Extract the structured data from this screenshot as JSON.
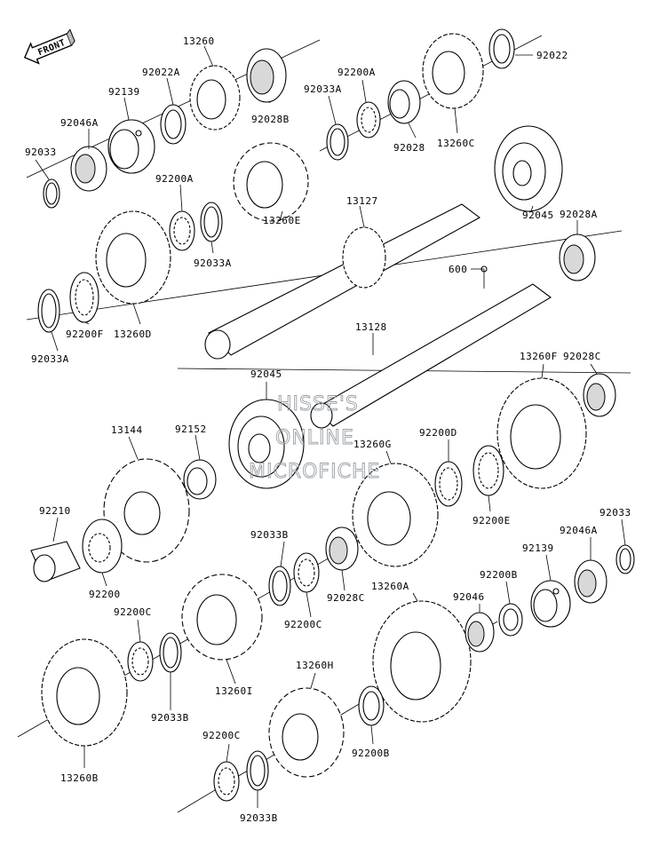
{
  "front_label": "FRONT",
  "watermark": [
    "HISSE'S",
    "ONLINE",
    "MICROFICHE"
  ],
  "labels": [
    {
      "id": "l1",
      "text": "13260"
    },
    {
      "id": "l2",
      "text": "92022A"
    },
    {
      "id": "l3",
      "text": "92139"
    },
    {
      "id": "l4",
      "text": "92046A"
    },
    {
      "id": "l5",
      "text": "92033"
    },
    {
      "id": "l6",
      "text": "92028B"
    },
    {
      "id": "l7",
      "text": "92033A"
    },
    {
      "id": "l8",
      "text": "92200A"
    },
    {
      "id": "l9",
      "text": "92028"
    },
    {
      "id": "l10",
      "text": "13260C"
    },
    {
      "id": "l11",
      "text": "92022"
    },
    {
      "id": "l12",
      "text": "92200A"
    },
    {
      "id": "l13",
      "text": "92033A"
    },
    {
      "id": "l14",
      "text": "13260E"
    },
    {
      "id": "l15",
      "text": "13127"
    },
    {
      "id": "l16",
      "text": "92045"
    },
    {
      "id": "l17",
      "text": "92028A"
    },
    {
      "id": "l18",
      "text": "600"
    },
    {
      "id": "l19",
      "text": "92200F"
    },
    {
      "id": "l20",
      "text": "13260D"
    },
    {
      "id": "l21",
      "text": "92033A"
    },
    {
      "id": "l22",
      "text": "13128"
    },
    {
      "id": "l23",
      "text": "13260F"
    },
    {
      "id": "l24",
      "text": "92028C"
    },
    {
      "id": "l25",
      "text": "92045"
    },
    {
      "id": "l26",
      "text": "13144"
    },
    {
      "id": "l27",
      "text": "92152"
    },
    {
      "id": "l28",
      "text": "13260G"
    },
    {
      "id": "l29",
      "text": "92200D"
    },
    {
      "id": "l30",
      "text": "92200E"
    },
    {
      "id": "l31",
      "text": "92210"
    },
    {
      "id": "l32",
      "text": "92033"
    },
    {
      "id": "l33",
      "text": "92033B"
    },
    {
      "id": "l34",
      "text": "92139"
    },
    {
      "id": "l35",
      "text": "92046A"
    },
    {
      "id": "l36",
      "text": "92200"
    },
    {
      "id": "l37",
      "text": "92028C"
    },
    {
      "id": "l38",
      "text": "92200C"
    },
    {
      "id": "l39",
      "text": "92200B"
    },
    {
      "id": "l40",
      "text": "13260A"
    },
    {
      "id": "l41",
      "text": "92046"
    },
    {
      "id": "l42",
      "text": "92200C"
    },
    {
      "id": "l43",
      "text": "92033B"
    },
    {
      "id": "l44",
      "text": "13260I"
    },
    {
      "id": "l45",
      "text": "13260H"
    },
    {
      "id": "l46",
      "text": "92200B"
    },
    {
      "id": "l47",
      "text": "13260B"
    },
    {
      "id": "l48",
      "text": "92200C"
    },
    {
      "id": "l49",
      "text": "92033B"
    }
  ]
}
